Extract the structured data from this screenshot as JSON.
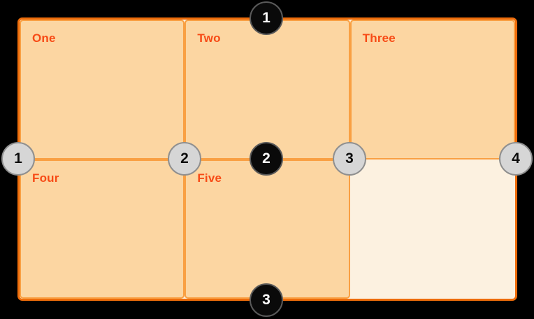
{
  "grid": {
    "cells": [
      {
        "label": "One"
      },
      {
        "label": "Two"
      },
      {
        "label": "Three"
      },
      {
        "label": "Four"
      },
      {
        "label": "Five"
      },
      {
        "label": ""
      }
    ]
  },
  "markers": {
    "row_lines": [
      "1",
      "2",
      "3"
    ],
    "column_lines": [
      "1",
      "2",
      "3",
      "4"
    ]
  },
  "colors": {
    "background": "#000000",
    "container_border": "#ee6c0a",
    "container_fill": "#fcf1e0",
    "cell_fill": "#fcd6a2",
    "cell_border": "#f9a043",
    "cell_label": "#f74a15",
    "row_marker_fill": "#0a0a0a",
    "row_marker_text": "#ffffff",
    "column_marker_fill": "#d6d6d6",
    "column_marker_border": "#8f8f8f",
    "column_marker_text": "#0d0d0d"
  }
}
